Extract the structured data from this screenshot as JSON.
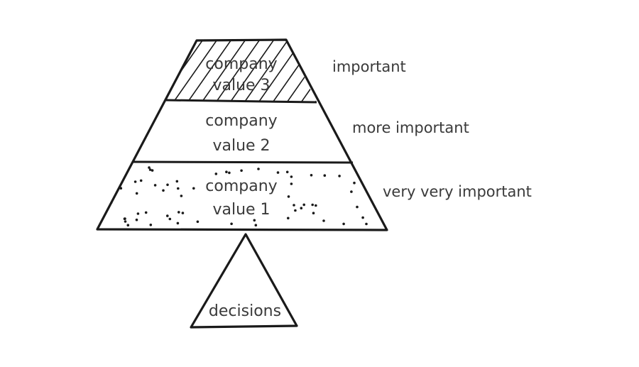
{
  "diagram": {
    "layers": [
      {
        "label_line1": "company",
        "label_line2": "value 3",
        "importance": "important",
        "fill": "hatched"
      },
      {
        "label_line1": "company",
        "label_line2": "value 2",
        "importance": "more important",
        "fill": "blank"
      },
      {
        "label_line1": "company",
        "label_line2": "value 1",
        "importance": "very very important",
        "fill": "dotted"
      }
    ],
    "base": {
      "label": "decisions"
    },
    "colors": {
      "ink": "#1a1a1a",
      "text": "#3a3a3a",
      "background": "#ffffff"
    }
  }
}
